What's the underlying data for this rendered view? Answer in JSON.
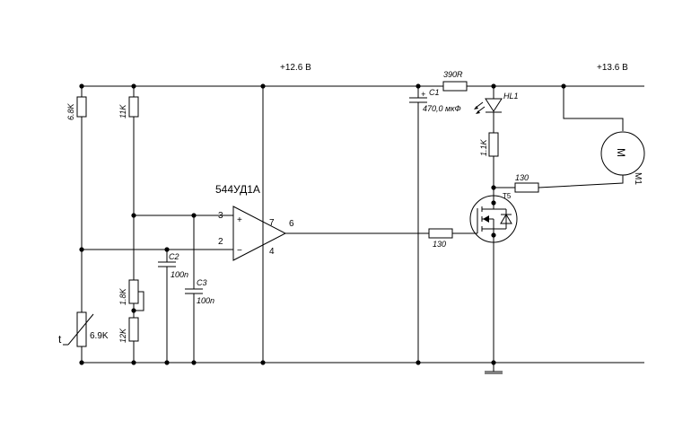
{
  "rails": {
    "v_left": "+12.6 В",
    "v_right": "+13.6 В"
  },
  "opamp": {
    "name": "544УД1А",
    "pin_in_plus": "3",
    "pin_in_minus": "2",
    "pin_vplus": "7",
    "pin_vminus": "4",
    "pin_out": "6",
    "plus_sign": "+",
    "minus_sign": "−"
  },
  "components": {
    "r1": "6.8K",
    "r2": "11K",
    "r3": "1.8K",
    "r4": "12K",
    "thermistor": "6.9K",
    "thermistor_symbol": "t",
    "c2_name": "C2",
    "c2_value": "100n",
    "c3_name": "C3",
    "c3_value": "100n",
    "c1_name": "C1",
    "c1_value": "470,0 мкФ",
    "c1_plus": "+",
    "r_390": "390R",
    "led": "HL1",
    "r_led": "1.1K",
    "r_gate": "130",
    "r_motor": "130",
    "transistor": "T5",
    "motor_name": "M1",
    "motor_symbol": "M"
  }
}
